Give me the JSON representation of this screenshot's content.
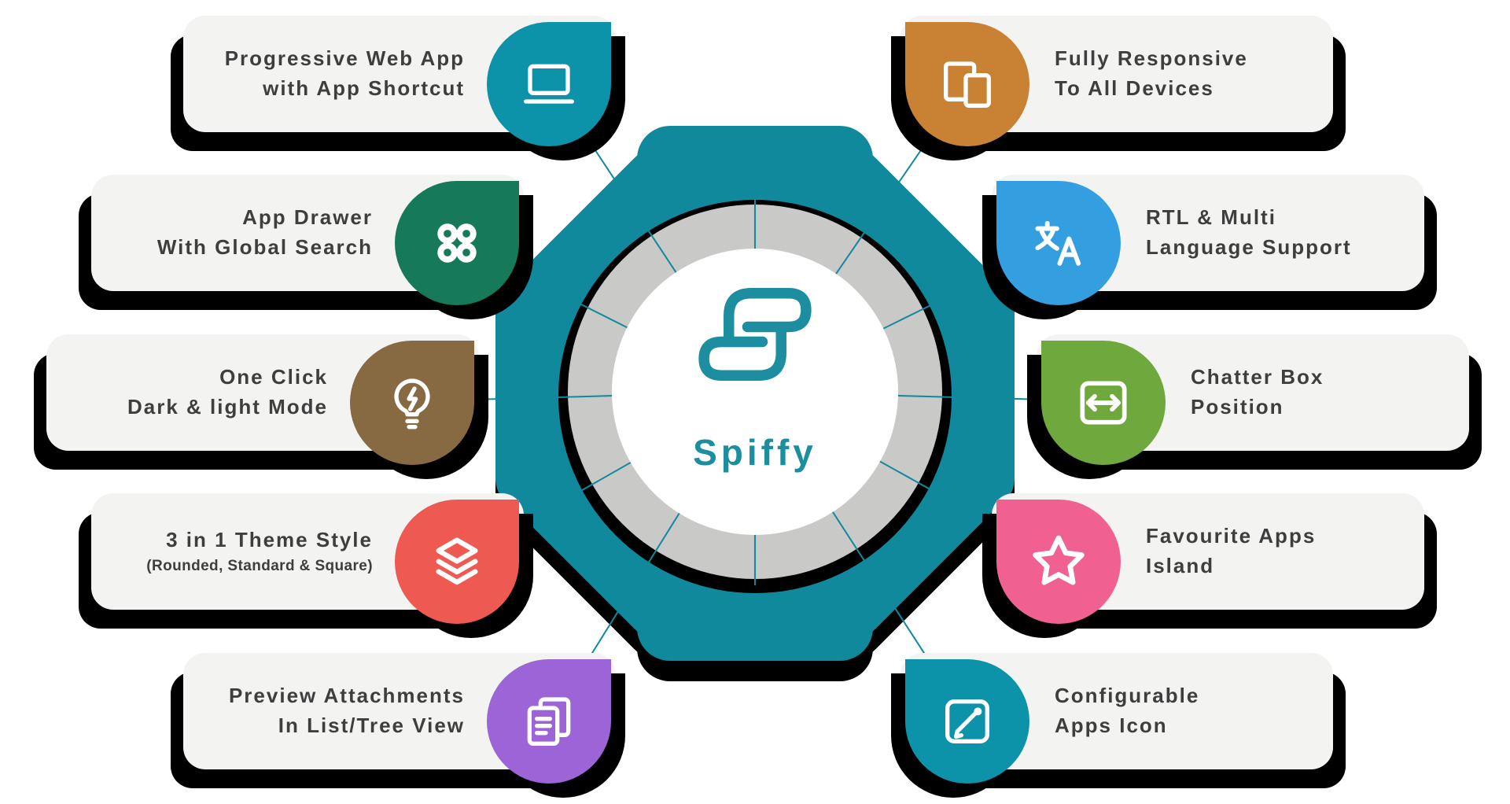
{
  "center": {
    "brand": "Spiffy"
  },
  "colors": {
    "teal": "#11899d",
    "logo_teal": "#1d8da0",
    "ring_gray": "#c9c9c7",
    "card_bg": "#f3f3f2",
    "text": "#3e3e3e",
    "shadow": "#000000"
  },
  "features_left": [
    {
      "id": "pwa",
      "lines": [
        "Progressive Web App",
        "with App Shortcut"
      ],
      "icon": "laptop-icon",
      "color": "#0c93a9"
    },
    {
      "id": "app-drawer",
      "lines": [
        "App Drawer",
        "With Global Search"
      ],
      "icon": "app-drawer-icon",
      "color": "#15795a"
    },
    {
      "id": "dark-light-mode",
      "lines": [
        "One Click",
        "Dark & light Mode"
      ],
      "icon": "bulb-icon",
      "color": "#876a41"
    },
    {
      "id": "theme-style",
      "lines": [
        "3 in 1 Theme Style",
        "(Rounded, Standard & Square)"
      ],
      "icon": "layers-icon",
      "color": "#ee5a52",
      "small_second_line": true
    },
    {
      "id": "preview-attachments",
      "lines": [
        "Preview Attachments",
        "In List/Tree View"
      ],
      "icon": "documents-icon",
      "color": "#9c64d6"
    }
  ],
  "features_right": [
    {
      "id": "fully-responsive",
      "lines": [
        "Fully Responsive",
        "To All Devices"
      ],
      "icon": "devices-icon",
      "color": "#c98133"
    },
    {
      "id": "rtl-language",
      "lines": [
        "RTL & Multi",
        "Language Support"
      ],
      "icon": "translate-icon",
      "color": "#339fe0"
    },
    {
      "id": "chatter-box",
      "lines": [
        "Chatter Box",
        "Position"
      ],
      "icon": "chatter-icon",
      "color": "#6fa83c"
    },
    {
      "id": "favourite-apps",
      "lines": [
        "Favourite Apps",
        "Island"
      ],
      "icon": "star-icon",
      "color": "#f06191"
    },
    {
      "id": "configurable-apps",
      "lines": [
        "Configurable",
        "Apps Icon"
      ],
      "icon": "configure-icon",
      "color": "#0c93a9"
    }
  ]
}
